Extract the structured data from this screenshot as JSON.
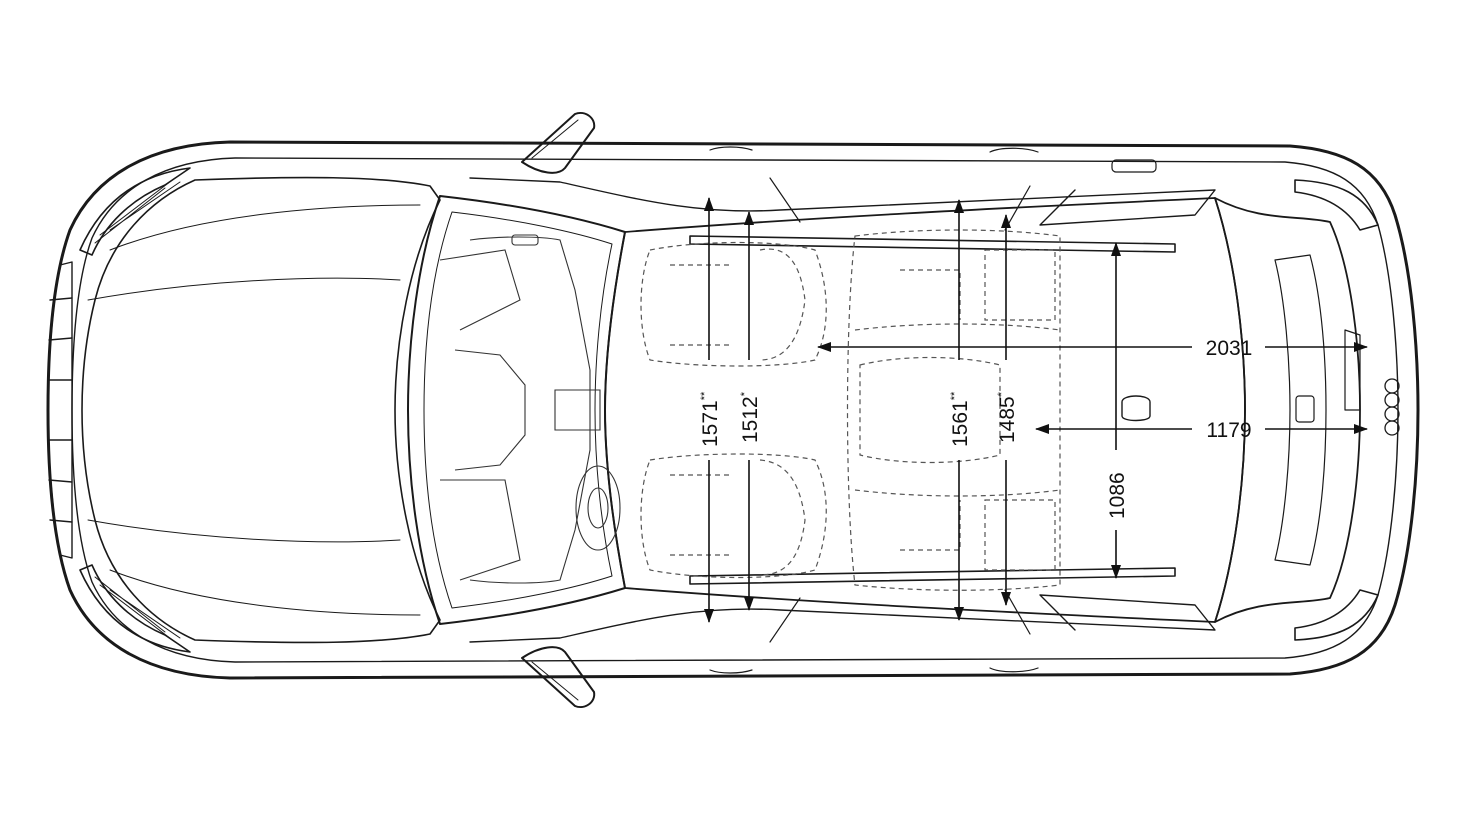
{
  "colors": {
    "line": "#1a1a1a",
    "thin": "#333333",
    "dashed": "#555555",
    "background": "#ffffff"
  },
  "dimensions": {
    "front_shoulder": {
      "value": "1571",
      "mark": "**"
    },
    "front_elbow": {
      "value": "1512",
      "mark": "*"
    },
    "rear_shoulder": {
      "value": "1561",
      "mark": "**"
    },
    "rear_elbow": {
      "value": "1485",
      "mark": "*"
    },
    "cargo_length_folded": {
      "value": "2031"
    },
    "cargo_length": {
      "value": "1179"
    },
    "cargo_width": {
      "value": "1086"
    }
  }
}
